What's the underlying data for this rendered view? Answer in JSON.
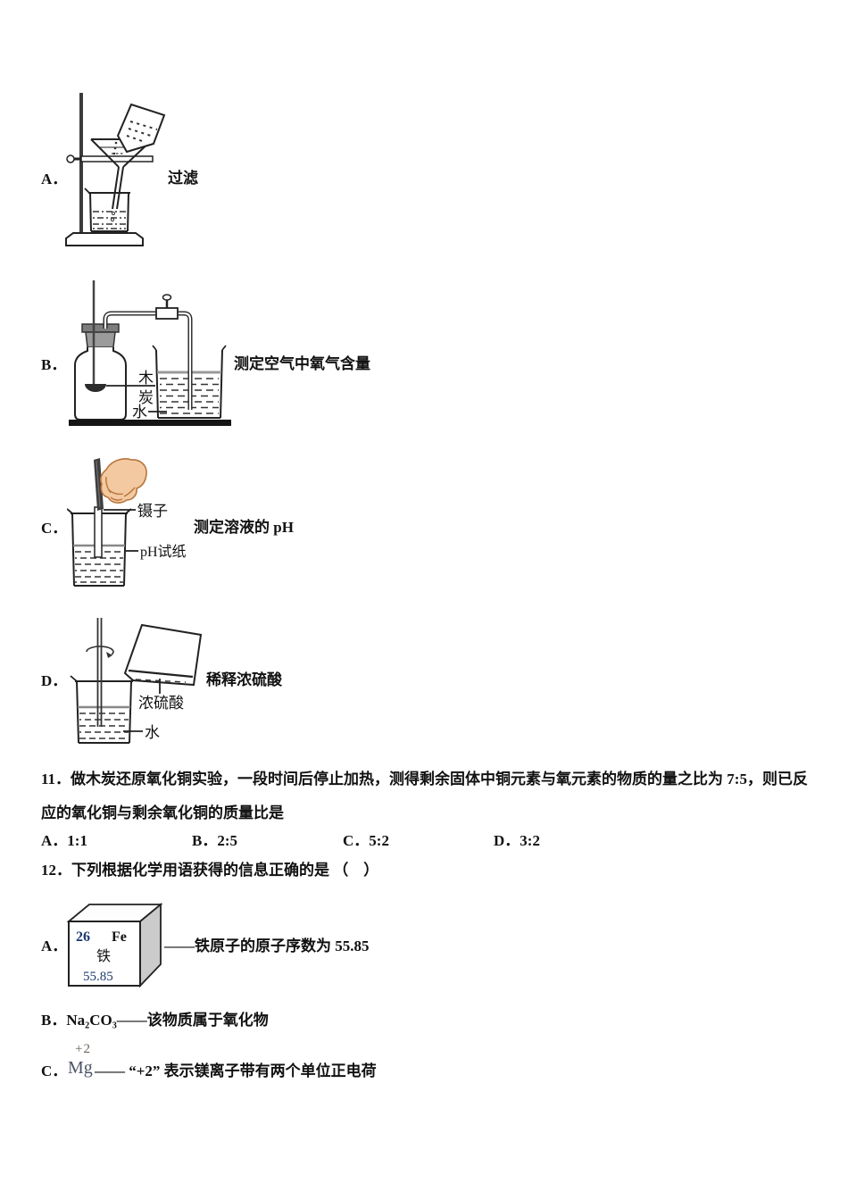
{
  "page": {
    "background": "#ffffff"
  },
  "apparatus": {
    "a": {
      "letter": "A．",
      "caption": "过滤"
    },
    "b": {
      "letter": "B．",
      "caption": "测定空气中氧气含量",
      "label_wood": "木",
      "label_charcoal": "炭",
      "label_water": "水"
    },
    "c": {
      "letter": "C．",
      "caption": "测定溶液的 pH",
      "label_tweezers": "镊子",
      "label_ph_paper": "pH试纸"
    },
    "d": {
      "letter": "D．",
      "caption": "稀释浓硫酸",
      "label_acid": "浓硫酸",
      "label_water": "水"
    }
  },
  "q11": {
    "line1": "11．做木炭还原氧化铜实验，一段时间后停止加热，测得剩余固体中铜元素与氧元素的物质的量之比为 7:5，则已反",
    "line2": "应的氧化铜与剩余氧化铜的质量比是",
    "option_a": "A．1:1",
    "option_b": "B．2:5",
    "option_c": "C．5:2",
    "option_d": "D．3:2"
  },
  "q12": {
    "title": "12．下列根据化学用语获得的信息正确的是 （　）",
    "a": {
      "letter": "A．",
      "cell_number": "26",
      "cell_symbol": "Fe",
      "cell_name": "铁",
      "cell_mass": "55.85",
      "text": "——铁原子的原子序数为 55.85"
    },
    "b_text": "B．Na₂CO₃——该物质属于氧化物",
    "c": {
      "letter": "C．",
      "charge": "+2",
      "symbol": "Mg",
      "text": "—— “+2” 表示镁离子带有两个单位正电荷"
    }
  },
  "colors": {
    "navy_numbers": "#1c3a6e",
    "mg_symbol": "#4e5468",
    "mg_charge": "#6f6355",
    "skin": "#f3c9a1",
    "skin_outline": "#b9763d",
    "stopper_gray": "#999999",
    "box_side_gray": "#cbcbcb"
  }
}
